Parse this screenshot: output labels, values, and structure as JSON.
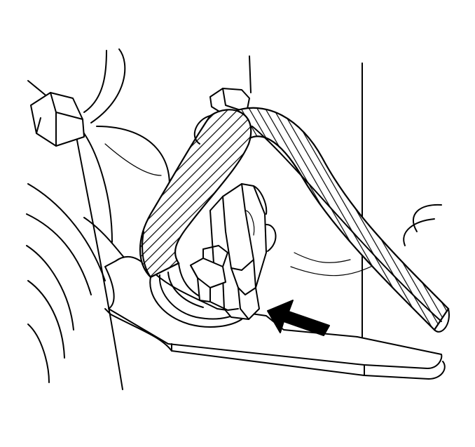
{
  "diagram": {
    "kind": "line-drawing",
    "subject_icons": [
      "wiring-harness-conduit",
      "electrical-connector",
      "connector-lock-tab",
      "mounting-bracket",
      "callout-arrow"
    ],
    "colors": {
      "stroke": "#000000",
      "background": "#ffffff"
    }
  }
}
